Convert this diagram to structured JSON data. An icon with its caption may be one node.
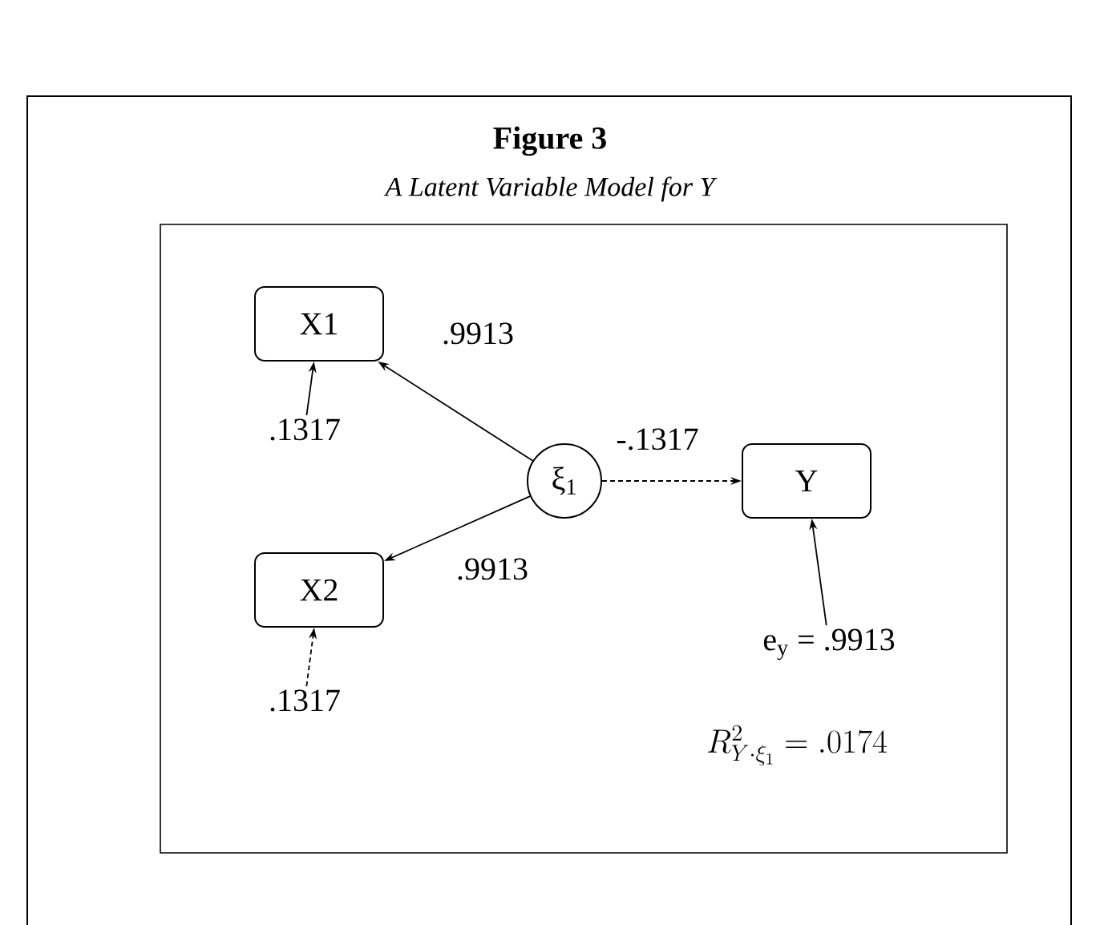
{
  "diagram": {
    "title": "Figure 3",
    "caption": "A Latent Variable Model for Y",
    "nodes": [
      {
        "text": [
          "X1"
        ]
      },
      {
        "text": [
          "X2"
        ]
      },
      {
        "text": [
          "ξ$_{1}$"
        ]
      },
      {
        "text": [
          "Y"
        ]
      },
      {
        "text": [
          ".1317"
        ]
      },
      {
        "text": [
          ".1317"
        ]
      },
      {
        "text": [
          "e$_{y}$ = .9913"
        ]
      }
    ],
    "edges": [
      {
        "from": 2,
        "to": 0,
        "arrow": "to",
        "label": ".9913"
      },
      {
        "from": 2,
        "to": 1,
        "arrow": "to",
        "label": ".9913"
      },
      {
        "from": 2,
        "to": 3,
        "arrow": "to",
        "label": "-.1317",
        "style": "dashed"
      },
      {
        "from": 4,
        "to": 0,
        "arrow": "to"
      },
      {
        "from": 5,
        "to": 1,
        "arrow": "to",
        "style": "dashed"
      },
      {
        "from": 6,
        "to": 3,
        "arrow": "to"
      }
    ],
    "labels": [
      "R^{2}_{Y\\cdot\\xi_{1}} = .0174"
    ]
  }
}
